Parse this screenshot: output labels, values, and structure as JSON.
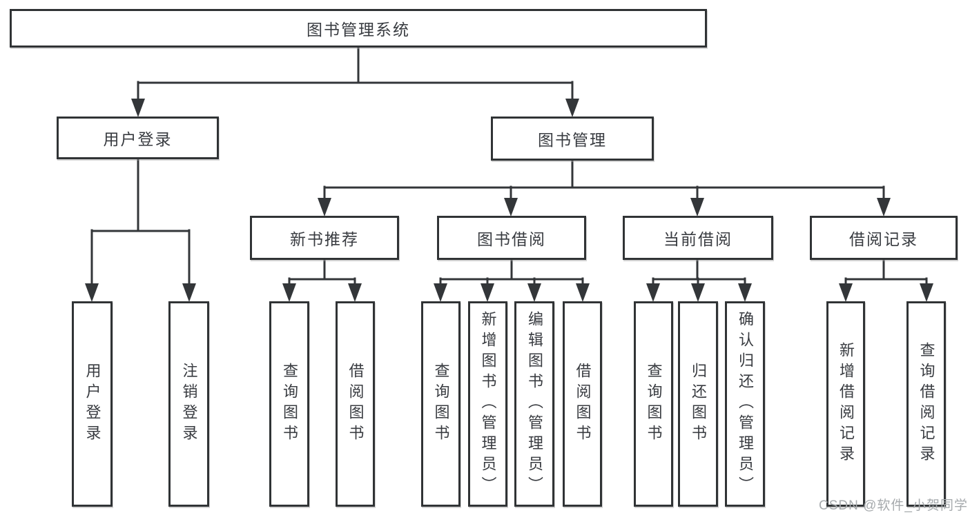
{
  "tree": {
    "label": "图书管理系统",
    "children": [
      {
        "label": "用户登录",
        "children": [
          {
            "label": "用户登录"
          },
          {
            "label": "注销登录"
          }
        ]
      },
      {
        "label": "图书管理",
        "children": [
          {
            "label": "新书推荐",
            "children": [
              {
                "label": "查询图书"
              },
              {
                "label": "借阅图书"
              }
            ]
          },
          {
            "label": "图书借阅",
            "children": [
              {
                "label": "查询图书"
              },
              {
                "label": "新增图书（管理员）"
              },
              {
                "label": "编辑图书（管理员）"
              },
              {
                "label": "借阅图书"
              }
            ]
          },
          {
            "label": "当前借阅",
            "children": [
              {
                "label": "查询图书"
              },
              {
                "label": "归还图书"
              },
              {
                "label": "确认归还（管理员）"
              }
            ]
          },
          {
            "label": "借阅记录",
            "children": [
              {
                "label": "新增借阅记录"
              },
              {
                "label": "查询借阅记录"
              }
            ]
          }
        ]
      }
    ]
  },
  "watermark": "CSDN @软件_小贺同学",
  "colors": {
    "line": "#333639",
    "box_border": "#303335",
    "box_background": "#ffffff",
    "text": "#383b40",
    "watermark": "#a6aaad",
    "page_background": "#ffffff"
  }
}
